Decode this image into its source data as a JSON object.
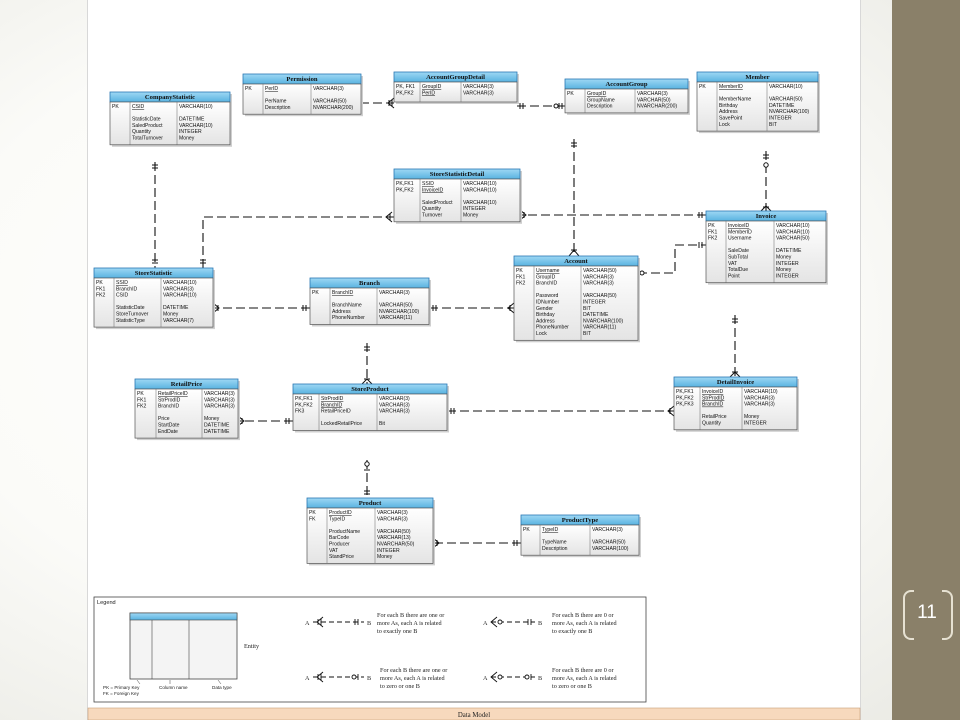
{
  "page_number": "11",
  "diagram_title": "Data Model",
  "entities": [
    {
      "id": "CompanyStatistic",
      "title": "CompanyStatistic",
      "key": [
        "PK"
      ],
      "cols": [
        [
          "CSID",
          "VARCHAR(10)",
          1
        ],
        [
          "",
          ""
        ],
        [
          "StatisticDate",
          "DATETIME"
        ],
        [
          "SaledProduct",
          "VARCHAR(10)"
        ],
        [
          "Quantity",
          "INTEGER"
        ],
        [
          "TotalTurnover",
          "Money"
        ]
      ]
    },
    {
      "id": "Permission",
      "title": "Permission",
      "key": [
        "PK"
      ],
      "cols": [
        [
          "PerID",
          "VARCHAR(3)",
          1
        ],
        [
          "",
          ""
        ],
        [
          "PerName",
          "VARCHAR(50)"
        ],
        [
          "Description",
          "NVARCHAR(200)"
        ]
      ]
    },
    {
      "id": "AccountGroupDetail",
      "title": "AccountGroupDetail",
      "key": [
        "PK, FK1",
        "PK,FK2"
      ],
      "cols": [
        [
          "GroupID",
          "VARCHAR(3)",
          1
        ],
        [
          "PerID",
          "VARCHAR(3)",
          1
        ]
      ]
    },
    {
      "id": "AccountGroup",
      "title": "AccountGroup",
      "key": [
        "PK"
      ],
      "cols": [
        [
          "GroupID",
          "VARCHAR(3)",
          1
        ],
        [
          "GroupName",
          "VARCHAR(50)"
        ],
        [
          "Description",
          "NVARCHAR(200)"
        ]
      ]
    },
    {
      "id": "Member",
      "title": "Member",
      "key": [
        "PK"
      ],
      "cols": [
        [
          "MemberID",
          "VARCHAR(10)",
          1
        ],
        [
          "",
          ""
        ],
        [
          "MemberName",
          "VARCHAR(50)"
        ],
        [
          "Birthday",
          "DATETIME"
        ],
        [
          "Address",
          "NVARCHAR(100)"
        ],
        [
          "SavePoint",
          "INTEGER"
        ],
        [
          "Lock",
          "BIT"
        ]
      ]
    },
    {
      "id": "StoreStatisticDetail",
      "title": "StoreStatisticDetail",
      "key": [
        "PK,FK1",
        "PK,FK2"
      ],
      "cols": [
        [
          "SSID",
          "VARCHAR(10)",
          1
        ],
        [
          "InvoiceID",
          "VARCHAR(10)",
          1
        ],
        [
          "",
          ""
        ],
        [
          "SaledProduct",
          "VARCHAR(10)"
        ],
        [
          "Quantity",
          "INTEGER"
        ],
        [
          "Turnover",
          "Money"
        ]
      ]
    },
    {
      "id": "Invoice",
      "title": "Invoice",
      "key": [
        "PK",
        "FK1",
        "FK2"
      ],
      "cols": [
        [
          "InvoiceID",
          "VARCHAR(10)",
          1
        ],
        [
          "MemberID",
          "VARCHAR(10)"
        ],
        [
          "Username",
          "VARCHAR(50)"
        ],
        [
          "",
          ""
        ],
        [
          "SaleDate",
          "DATETIME"
        ],
        [
          "SubTotal",
          "Money"
        ],
        [
          "VAT",
          "INTEGER"
        ],
        [
          "TotalDue",
          "Money"
        ],
        [
          "Point",
          "INTEGER"
        ]
      ]
    },
    {
      "id": "StoreStatistic",
      "title": "StoreStatistic",
      "key": [
        "PK",
        "FK1",
        "FK2"
      ],
      "cols": [
        [
          "SSID",
          "VARCHAR(10)",
          1
        ],
        [
          "BranchID",
          "VARCHAR(3)"
        ],
        [
          "CSID",
          "VARCHAR(10)"
        ],
        [
          "",
          ""
        ],
        [
          "StatisticDate",
          "DATETIME"
        ],
        [
          "StoreTurnover",
          "Money"
        ],
        [
          "StatisticType",
          "VARCHAR(7)"
        ]
      ]
    },
    {
      "id": "Branch",
      "title": "Branch",
      "key": [
        "PK"
      ],
      "cols": [
        [
          "BranchID",
          "VARCHAR(3)",
          1
        ],
        [
          "",
          ""
        ],
        [
          "BranchName",
          "VARCHAR(50)"
        ],
        [
          "Address",
          "NVARCHAR(100)"
        ],
        [
          "PhoneNumber",
          "VARCHAR(11)"
        ]
      ]
    },
    {
      "id": "Account",
      "title": "Account",
      "key": [
        "PK",
        "FK1",
        "FK2"
      ],
      "cols": [
        [
          "Username",
          "VARCHAR(50)",
          1
        ],
        [
          "GroupID",
          "VARCHAR(3)"
        ],
        [
          "BranchID",
          "VARCHAR(3)"
        ],
        [
          "",
          ""
        ],
        [
          "Password",
          "VARCHAR(50)"
        ],
        [
          "IDNumber",
          "INTEGER"
        ],
        [
          "Gender",
          "BIT"
        ],
        [
          "Birthday",
          "DATETIME"
        ],
        [
          "Address",
          "NVARCHAR(100)"
        ],
        [
          "PhoneNumber",
          "VARCHAR(11)"
        ],
        [
          "Lock",
          "BIT"
        ]
      ]
    },
    {
      "id": "RetailPrice",
      "title": "RetailPrice",
      "key": [
        "PK",
        "FK1",
        "FK2"
      ],
      "cols": [
        [
          "RetailPriceID",
          "VARCHAR(3)",
          1
        ],
        [
          "StrProdID",
          "VARCHAR(3)"
        ],
        [
          "BranchID",
          "VARCHAR(3)"
        ],
        [
          "",
          ""
        ],
        [
          "Price",
          "Money"
        ],
        [
          "StartDate",
          "DATETIME"
        ],
        [
          "EndDate",
          "DATETIME"
        ]
      ]
    },
    {
      "id": "StoreProduct",
      "title": "StoreProduct",
      "key": [
        "PK,FK1",
        "PK,FK2",
        "FK3"
      ],
      "cols": [
        [
          "StrProdID",
          "VARCHAR(3)",
          1
        ],
        [
          "BranchID",
          "VARCHAR(3)",
          1
        ],
        [
          "RetailPriceID",
          "VARCHAR(3)"
        ],
        [
          "",
          ""
        ],
        [
          "LockedRetailPrice",
          "Bit"
        ]
      ]
    },
    {
      "id": "DetailInvoice",
      "title": "DetailInvoice",
      "key": [
        "PK,FK1",
        "PK,FK2",
        "PK,FK3"
      ],
      "cols": [
        [
          "InvoiceID",
          "VARCHAR(10)",
          1
        ],
        [
          "StrProdID",
          "VARCHAR(3)",
          1
        ],
        [
          "BranchID",
          "VARCHAR(3)",
          1
        ],
        [
          "",
          ""
        ],
        [
          "RetailPrice",
          "Money"
        ],
        [
          "Quantity",
          "INTEGER"
        ]
      ]
    },
    {
      "id": "Product",
      "title": "Product",
      "key": [
        "PK",
        "FK"
      ],
      "cols": [
        [
          "ProductID",
          "VARCHAR(3)",
          1
        ],
        [
          "TypeID",
          "VARCHAR(3)"
        ],
        [
          "",
          ""
        ],
        [
          "ProductName",
          "VARCHAR(50)"
        ],
        [
          "BarCode",
          "VARCHAR(13)"
        ],
        [
          "Producer",
          "NVARCHAR(50)"
        ],
        [
          "VAT",
          "INTEGER"
        ],
        [
          "StandPrice",
          "Money"
        ]
      ]
    },
    {
      "id": "ProductType",
      "title": "ProductType",
      "key": [
        "PK"
      ],
      "cols": [
        [
          "TypeID",
          "VARCHAR(3)",
          1
        ],
        [
          "",
          ""
        ],
        [
          "TypeName",
          "VARCHAR(50)"
        ],
        [
          "Description",
          "VARCHAR(100)"
        ]
      ]
    }
  ],
  "legend": {
    "title": "Legend",
    "entity_label": "Entity",
    "pk_fk_note_1": "PK = Primary Key",
    "pk_fk_note_2": "FK = Foreign Key",
    "column_name_label": "Column name",
    "data_type_label": "Data type",
    "end_a": "A",
    "end_b": "B",
    "rule_1": [
      "For each B there are one or",
      "more As, each A is related",
      "to exactly one B"
    ],
    "rule_2": [
      "For each B there are 0 or",
      "more As, each A is related",
      "to exactly one B"
    ],
    "rule_3": [
      "For each B there are one or",
      "more As, each A is related",
      "to zero or one B"
    ],
    "rule_4": [
      "For each B there are 0 or",
      "more As, each A is related",
      "to zero or one B"
    ]
  },
  "colors": {
    "header": "#70c2ea",
    "header_border": "#2a78b4",
    "entity_fill": "#f4f4f4",
    "sidebar": "#8a8069",
    "footer_band": "#f7d9bd"
  }
}
